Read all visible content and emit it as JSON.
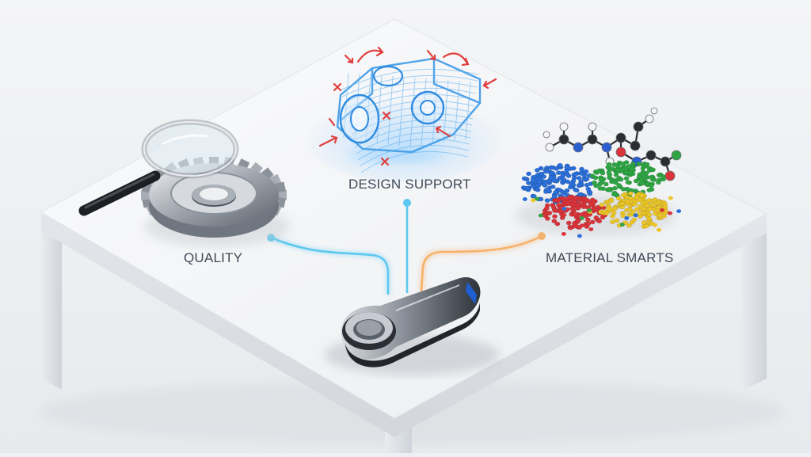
{
  "scene": {
    "labels": {
      "quality": "QUALITY",
      "design_support": "DESIGN SUPPORT",
      "material_smarts": "MATERIAL SMARTS"
    },
    "objects": {
      "left": [
        "magnifying-glass-icon",
        "gear-icon"
      ],
      "center": [
        "wireframe-part-icon"
      ],
      "right": [
        "molecule-icon",
        "plastic-pellets-icon"
      ],
      "hub": "handheld-device-icon"
    },
    "colors": {
      "background": "#eef0f3",
      "table_top": "#f7f8fa",
      "connector_blue": "#5cc8f0",
      "connector_orange": "#f6b26b",
      "wireframe_blue": "#3d9ae8",
      "pellet_blue": "#2b6fd8",
      "pellet_green": "#2fa544",
      "pellet_red": "#d8343a",
      "pellet_yellow": "#eac528",
      "arrow_red": "#e0413f"
    }
  }
}
